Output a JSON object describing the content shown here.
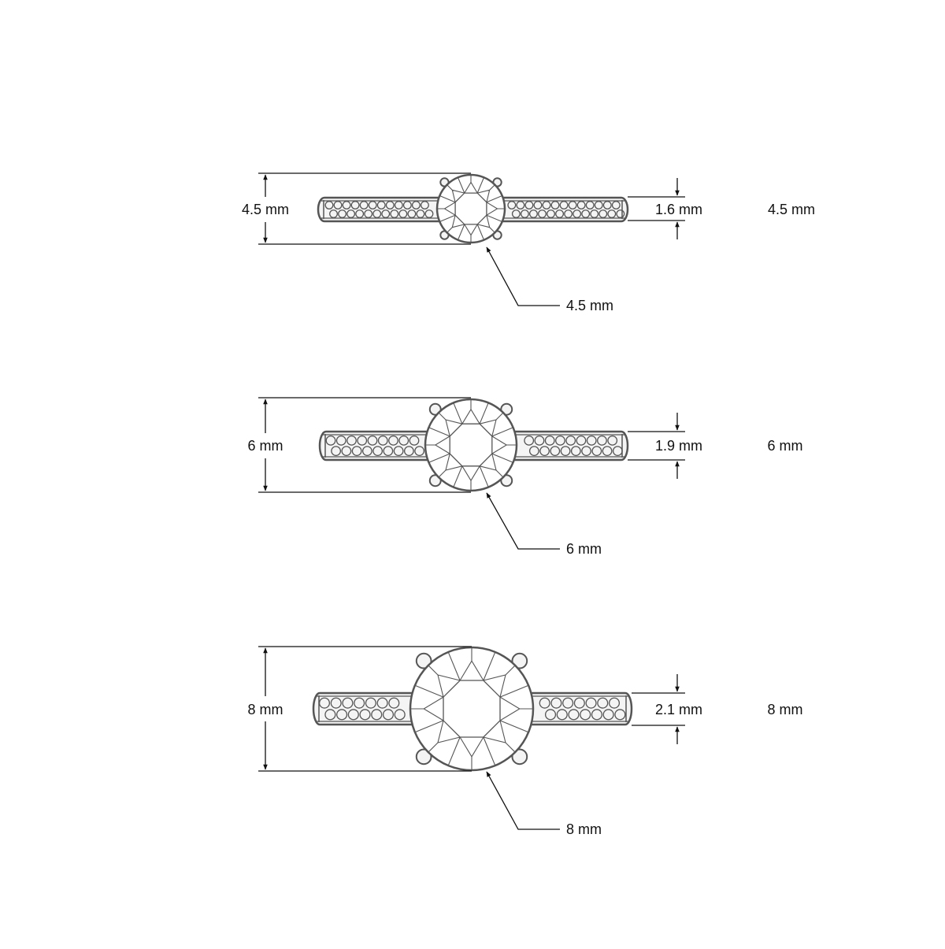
{
  "diagram": {
    "rings": [
      {
        "height_label": "4.5 mm",
        "band_label": "1.6 mm",
        "side_label": "4.5 mm",
        "stone_label": "4.5 mm"
      },
      {
        "height_label": "6 mm",
        "band_label": "1.9 mm",
        "side_label": "6 mm",
        "stone_label": "6 mm"
      },
      {
        "height_label": "8 mm",
        "band_label": "2.1 mm",
        "side_label": "8 mm",
        "stone_label": "8 mm"
      }
    ]
  }
}
